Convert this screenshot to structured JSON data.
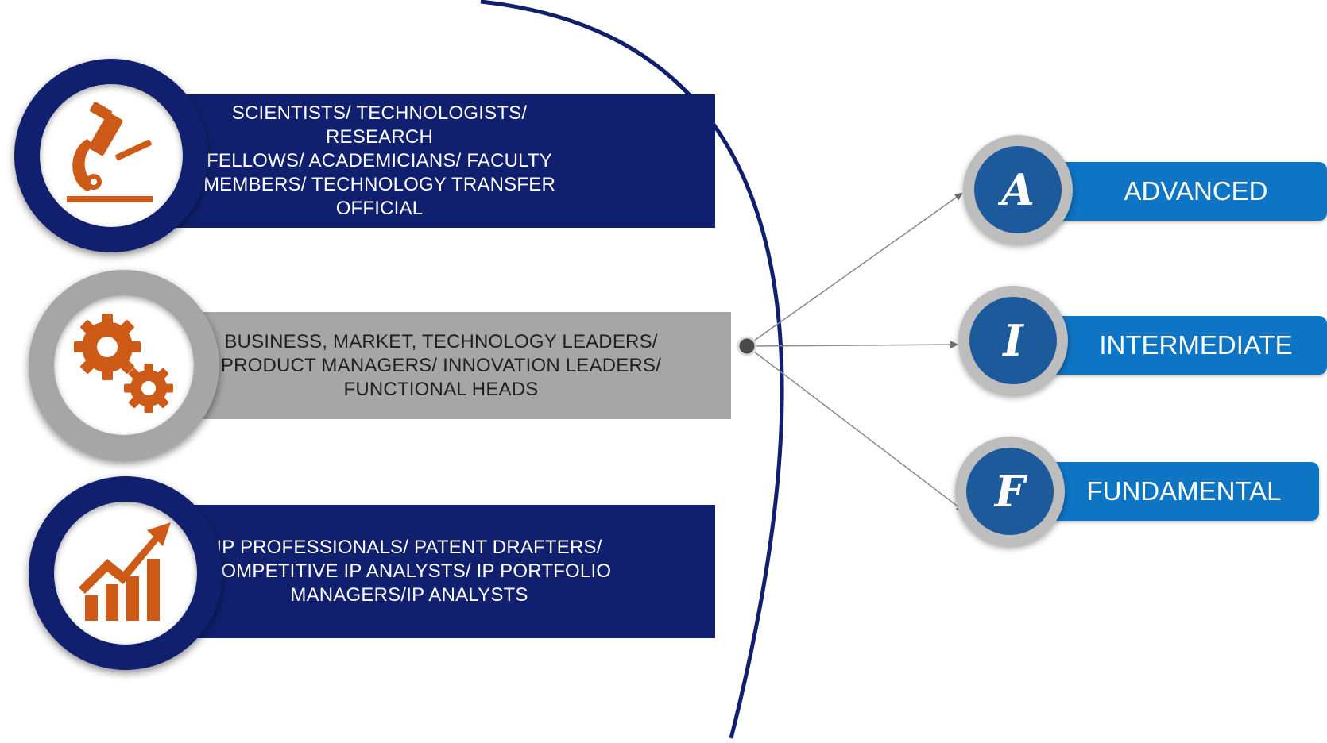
{
  "colors": {
    "navy": "#10206e",
    "gray": "#a6a6a6",
    "accent_orange": "#cd5a16",
    "level_blue": "#0e74c4",
    "level_core": "#1d5a9c"
  },
  "audiences": [
    {
      "icon": "microscope-icon",
      "text": "SCIENTISTS/ TECHNOLOGISTS/   RESEARCH\nFELLOWS/ ACADEMICIANS/ FACULTY\nMEMBERS/ TECHNOLOGY TRANSFER\nOFFICIAL"
    },
    {
      "icon": "gears-icon",
      "text": "BUSINESS, MARKET, TECHNOLOGY LEADERS/\nPRODUCT MANAGERS/ INNOVATION LEADERS/\nFUNCTIONAL HEADS"
    },
    {
      "icon": "growth-chart-icon",
      "text": "IP PROFESSIONALS/ PATENT DRAFTERS/\nCOMPETITIVE IP ANALYSTS/ IP PORTFOLIO\nMANAGERS/IP ANALYSTS"
    }
  ],
  "levels": [
    {
      "letter": "A",
      "label": "ADVANCED"
    },
    {
      "letter": "I",
      "label": "INTERMEDIATE"
    },
    {
      "letter": "F",
      "label": "FUNDAMENTAL"
    }
  ]
}
